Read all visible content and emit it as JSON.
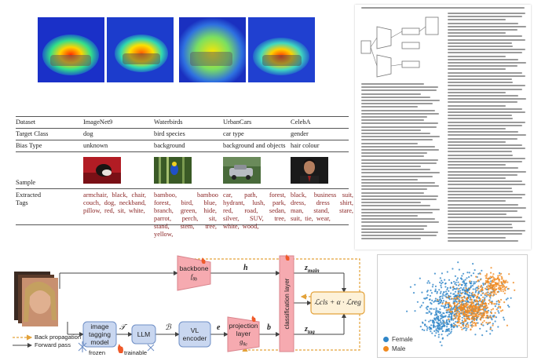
{
  "table": {
    "headers": [
      "Dataset",
      "ImageNet9",
      "Waterbirds",
      "UrbanCars",
      "CelebA"
    ],
    "target_class": {
      "label": "Target Class",
      "values": [
        "dog",
        "bird species",
        "car type",
        "gender"
      ]
    },
    "bias_type": {
      "label": "Bias Type",
      "values": [
        "unknown",
        "background",
        "background and objects",
        "hair colour"
      ]
    },
    "sample_label": "Sample",
    "tags_label": [
      "Extracted",
      "Tags"
    ],
    "tags": [
      [
        "armchair,",
        "black,",
        "chair,",
        "couch,",
        "dog,",
        "neckband,",
        "pillow,",
        "red,",
        "sit,",
        "white,"
      ],
      [
        "bamboo,",
        "bamboo forest,",
        "bird,",
        "blue,",
        "branch,",
        "green,",
        "hide,",
        "parrot,",
        "perch,",
        "sit,",
        "stand,",
        "stem,",
        "tree,",
        "yellow,"
      ],
      [
        "car,",
        "path,",
        "forest,",
        "hydrant,",
        "lush,",
        "park,",
        "red,",
        "road,",
        "sedan,",
        "silver,",
        "SUV,",
        "tree,",
        "white,",
        "wood,"
      ],
      [
        "black,",
        "business suit,",
        "dress,",
        "dress",
        "shirt,",
        "man,",
        "stand,",
        "stare,",
        "suit,",
        "tie,",
        "wear,"
      ]
    ]
  },
  "diagram": {
    "backbone": {
      "line1": "backbone",
      "line2": "f",
      "sub": "θb"
    },
    "image_tagging": [
      "image",
      "tagging",
      "model"
    ],
    "llm": "LLM",
    "vl_encoder": [
      "VL",
      "encoder"
    ],
    "projection": {
      "line1": "projection",
      "line2": "layer",
      "sym": "g",
      "sub": "θe"
    },
    "classification": "classification layer",
    "loss": "ℒcls + α · ℒreg",
    "symbols": {
      "T": "𝒯",
      "B": "ℬ",
      "e": "e",
      "h": "h",
      "b": "b",
      "z_main": "z",
      "z_main_sub": "main",
      "z_tag": "z",
      "z_tag_sub": "tag"
    },
    "legend": {
      "back": "Back propagation",
      "forward": "Forward pass",
      "frozen": "frozen",
      "trainable": "trainable"
    },
    "colors": {
      "trainable_fill": "#f6aab0",
      "trainable_stroke": "#d9848c",
      "frozen_fill": "#c9d7f0",
      "frozen_stroke": "#6f8fc6",
      "back": "#e3a23a"
    }
  },
  "scatter": {
    "legend": [
      {
        "name": "Female",
        "color": "#2f86c8"
      },
      {
        "name": "Male",
        "color": "#f08a1f"
      }
    ]
  }
}
